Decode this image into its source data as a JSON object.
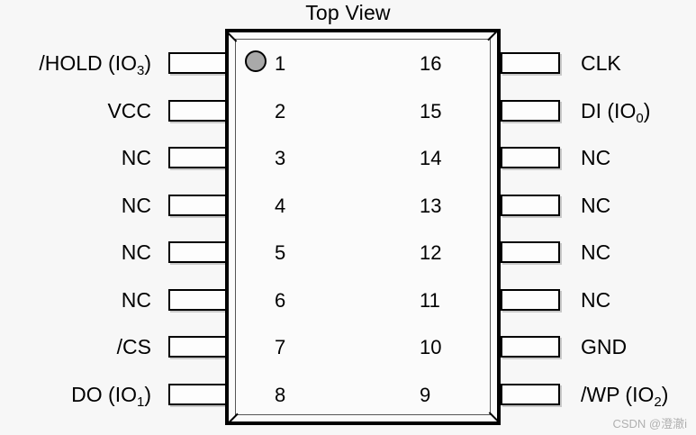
{
  "title": "Top View",
  "package": {
    "pin1_marker": "pin1-dot",
    "body_fill": "#fbfbfb",
    "outline_color": "#000000",
    "pin1_dot_color": "#a9a9a9"
  },
  "pins": {
    "left": [
      {
        "number": "1",
        "base": "/HOLD (IO",
        "sub": "3",
        "tail": ")"
      },
      {
        "number": "2",
        "base": "VCC",
        "sub": "",
        "tail": ""
      },
      {
        "number": "3",
        "base": "NC",
        "sub": "",
        "tail": ""
      },
      {
        "number": "4",
        "base": "NC",
        "sub": "",
        "tail": ""
      },
      {
        "number": "5",
        "base": "NC",
        "sub": "",
        "tail": ""
      },
      {
        "number": "6",
        "base": "NC",
        "sub": "",
        "tail": ""
      },
      {
        "number": "7",
        "base": "/CS",
        "sub": "",
        "tail": ""
      },
      {
        "number": "8",
        "base": "DO (IO",
        "sub": "1",
        "tail": ")"
      }
    ],
    "right": [
      {
        "number": "16",
        "base": "CLK",
        "sub": "",
        "tail": ""
      },
      {
        "number": "15",
        "base": "DI (IO",
        "sub": "0",
        "tail": ")"
      },
      {
        "number": "14",
        "base": "NC",
        "sub": "",
        "tail": ""
      },
      {
        "number": "13",
        "base": "NC",
        "sub": "",
        "tail": ""
      },
      {
        "number": "12",
        "base": "NC",
        "sub": "",
        "tail": ""
      },
      {
        "number": "11",
        "base": "NC",
        "sub": "",
        "tail": ""
      },
      {
        "number": "10",
        "base": "GND",
        "sub": "",
        "tail": ""
      },
      {
        "number": "9",
        "base": "/WP (IO",
        "sub": "2",
        "tail": ")"
      }
    ]
  },
  "watermark": "CSDN @澄澈i"
}
